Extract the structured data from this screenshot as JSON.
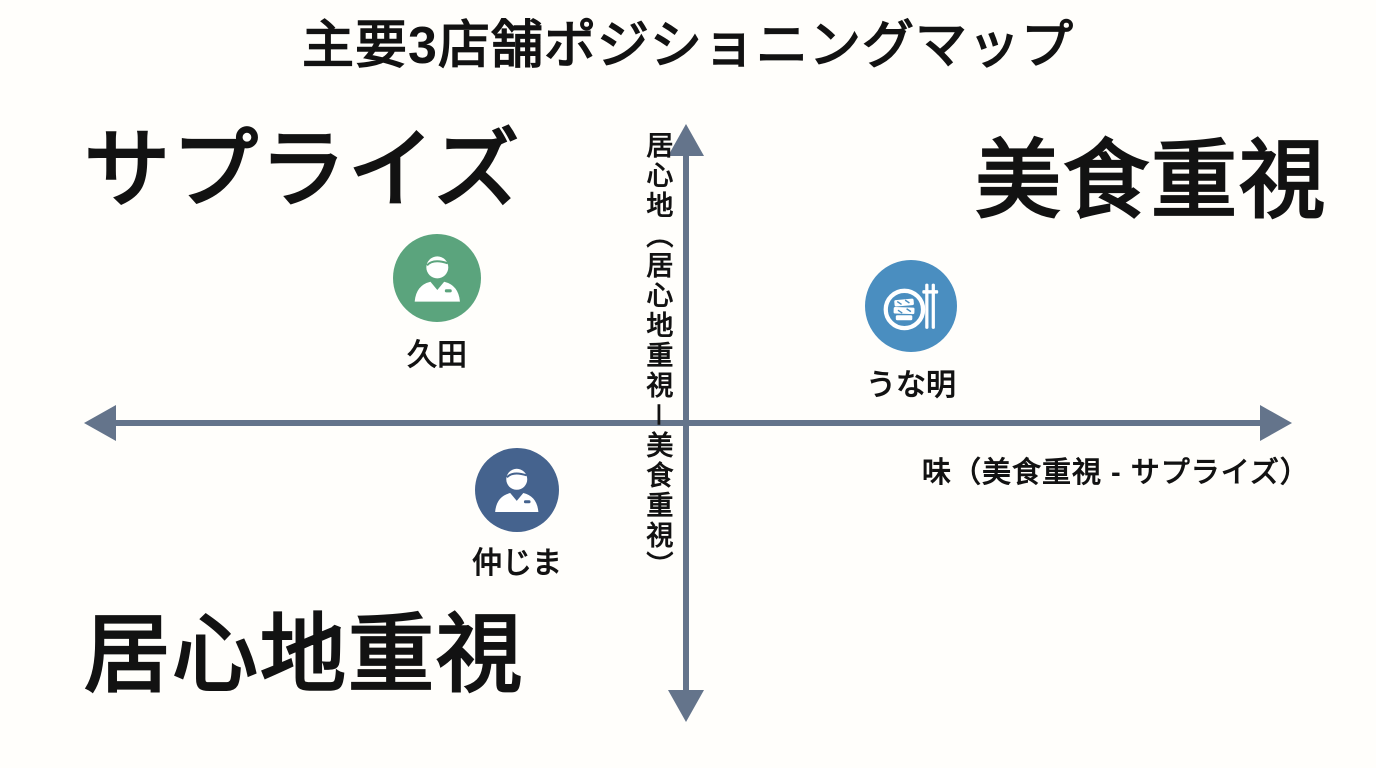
{
  "title": "主要3店舗ポジショニングマップ",
  "quadrants": {
    "top_left": "サプライズ",
    "top_right": "美食重視",
    "bottom_left": "居心地重視"
  },
  "axes": {
    "x_label": "味（美食重視 - サプライズ）",
    "y_label": "居心地（居心地重視－美食重視）",
    "axis_color": "#64748b"
  },
  "points": [
    {
      "name": "久田",
      "icon": "person-icon",
      "color": "#5ba47d"
    },
    {
      "name": "うな明",
      "icon": "food-dish-icon",
      "color": "#4a8ec0"
    },
    {
      "name": "仲じま",
      "icon": "person-icon",
      "color": "#45638e"
    }
  ],
  "chart_data": {
    "type": "scatter",
    "title": "主要3店舗ポジショニングマップ",
    "xlabel": "味（美食重視 - サプライズ）",
    "ylabel": "居心地（居心地重視－美食重視）",
    "xlim": [
      -1,
      1
    ],
    "ylim": [
      -1,
      1
    ],
    "grid": false,
    "legend": false,
    "quadrant_labels": {
      "top_left": "サプライズ",
      "top_right": "美食重視",
      "bottom_left": "居心地重視",
      "bottom_right": ""
    },
    "points": [
      {
        "label": "久田",
        "x": -0.41,
        "y": 0.48,
        "marker": "person-icon",
        "color": "#5ba47d"
      },
      {
        "label": "うな明",
        "x": 0.37,
        "y": 0.39,
        "marker": "food-dish-icon",
        "color": "#4a8ec0"
      },
      {
        "label": "仲じま",
        "x": -0.28,
        "y": -0.22,
        "marker": "person-icon",
        "color": "#45638e"
      }
    ]
  }
}
